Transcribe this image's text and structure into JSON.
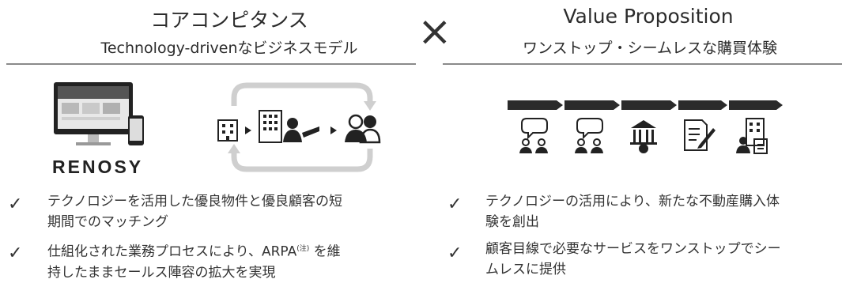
{
  "left": {
    "title": "コアコンピタンス",
    "subtitle": "Technology-drivenなビジネスモデル",
    "logo": "RENOSY",
    "bullets": [
      {
        "line1": "テクノロジーを活用した優良物件と優良顧客の短",
        "line2": "期間でのマッチング"
      },
      {
        "line1": "仕組化された業務プロセスにより、ARPA",
        "sup": "(注)",
        "line1_end": "を維",
        "line2": "持したままセールス陣容の拡大を実現"
      }
    ]
  },
  "separator": "×",
  "right": {
    "title": "Value Proposition",
    "subtitle": "ワンストップ・シームレスな購買体験",
    "bullets": [
      {
        "line1": "テクノロジーの活用により、新たな不動産購入体",
        "line2": "験を創出"
      },
      {
        "line1": "顧客目線で必要なサービスをワンストップでシー",
        "line2": "ムレスに提供"
      }
    ]
  },
  "check_mark": "✓",
  "icons": [
    "monitor-phone-icon",
    "building-icon",
    "office-handshake-icon",
    "customer-icon",
    "consult-icon",
    "bank-icon",
    "contract-icon",
    "apartment-icon"
  ]
}
